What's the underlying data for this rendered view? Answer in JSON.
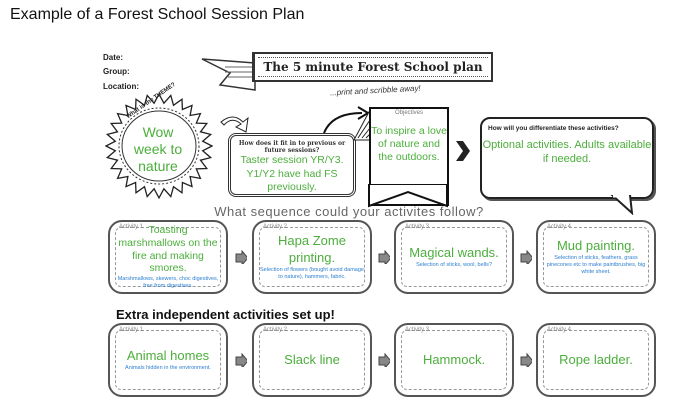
{
  "page_title": "Example of a Forest School Session Plan",
  "form": {
    "date_label": "Date:",
    "group_label": "Group:",
    "location_label": "Location:"
  },
  "banner": {
    "title": "The 5 minute Forest School plan",
    "tagline": "...print and scribble away!"
  },
  "theme": {
    "question": "What is the THEME?",
    "answer": "Wow week to nature"
  },
  "fit": {
    "question": "How does it fit in to previous or future sessions?",
    "answer": "Taster session YR/Y3. Y1/Y2 have had FS previously."
  },
  "objectives": {
    "label": "Objectives",
    "text": "To inspire a love of nature and the outdoors."
  },
  "differentiate": {
    "question": "How will you differentiate these activities?",
    "answer": "Optional activities. Adults available if needed."
  },
  "sequence_heading": "What sequence could your activites follow?",
  "activities": [
    {
      "label": "Activity 1",
      "title": "Toasting marshmallows on the fire and making smores.",
      "detail": "Marshmallows, skewers, choc digestives, free from digestives."
    },
    {
      "label": "Activity 2",
      "title": "Hapa Zome printing.",
      "detail": "Selection of flowers (bought avoid damage to nature), hammers, fabric."
    },
    {
      "label": "Activity 3",
      "title": "Magical wands.",
      "detail": "Selection of sticks, wool, bells?"
    },
    {
      "label": "Activity 4",
      "title": "Mud painting.",
      "detail": "Selection of sticks, feathers, grass pinecones etc to make paintbrushes, big white sheet."
    }
  ],
  "extra_heading": "Extra independent activities set up!",
  "extra_activities": [
    {
      "label": "Activity 1",
      "title": "Animal homes",
      "detail": "Animals hidden in the environment."
    },
    {
      "label": "Activity 2",
      "title": "Slack line"
    },
    {
      "label": "Activity 3",
      "title": "Hammock."
    },
    {
      "label": "Activity 4",
      "title": "Rope ladder."
    }
  ],
  "colors": {
    "answer": "#4cae3c",
    "detail": "#2b7fd0"
  }
}
